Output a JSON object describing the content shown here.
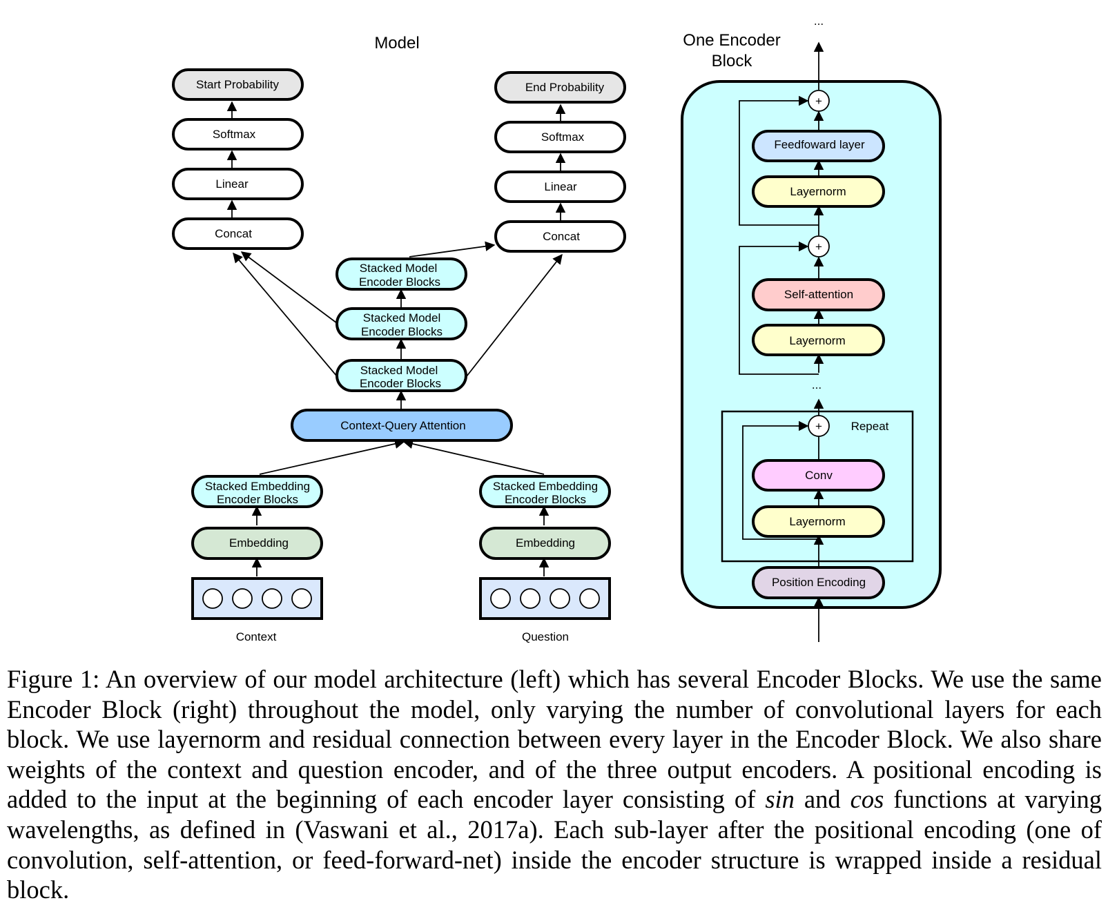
{
  "titles": {
    "model": "Model",
    "encoder_block": [
      "One Encoder",
      "Block"
    ],
    "top_ellipsis": "..."
  },
  "model": {
    "start_probability": "Start Probability",
    "end_probability": "End Probability",
    "softmax": "Softmax",
    "linear": "Linear",
    "concat": "Concat",
    "stacked_model_encoder": [
      "Stacked Model",
      "Encoder Blocks"
    ],
    "context_query_attention": "Context-Query Attention",
    "stacked_embedding_encoder": [
      "Stacked Embedding",
      "Encoder Blocks"
    ],
    "embedding": "Embedding",
    "context_label": "Context",
    "question_label": "Question"
  },
  "encoder_block": {
    "feedforward": "Feedfoward layer",
    "layernorm": "Layernorm",
    "self_attention": "Self-attention",
    "conv": "Conv",
    "position_encoding": "Position Encoding",
    "repeat": "Repeat",
    "plus": "+",
    "ellipsis": "..."
  },
  "colors": {
    "gray": "#e6e6e6",
    "white": "#ffffff",
    "cyan": "#ccffff",
    "blue": "#99ccff",
    "green": "#d5e8d4",
    "input_blue": "#dae8fc",
    "panel_cyan": "#ccffff",
    "feedforward_blue": "#cce5ff",
    "yellow": "#ffffcc",
    "red": "#ffcccc",
    "pink": "#ffccff",
    "purple": "#e1d5e7"
  },
  "caption": {
    "part1": "Figure 1: An overview of our model architecture (left) which has several Encoder Blocks. We use the same Encoder Block (right) throughout the model, only varying the number of convolutional layers for each block. We use layernorm and residual connection between every layer in the Encoder Block. We also share weights of the context and question encoder, and of the three output encoders. A positional encoding is added to the input at the beginning of each encoder layer consisting of ",
    "sin": "sin",
    "part2": " and ",
    "cos": "cos",
    "part3": " functions at varying wavelengths, as defined in (Vaswani et al., 2017a). Each sub-layer after the positional encoding (one of convolution, self-attention, or feed-forward-net) inside the encoder structure is wrapped inside a residual block."
  }
}
